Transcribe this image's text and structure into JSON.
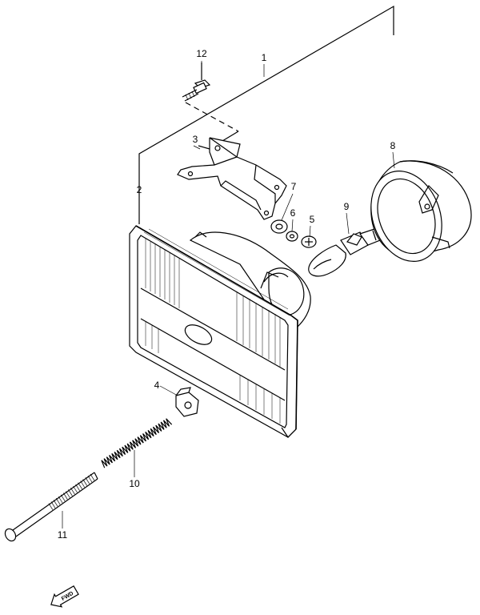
{
  "parts": [
    {
      "key": "p1",
      "label": "1"
    },
    {
      "key": "p2",
      "label": "2"
    },
    {
      "key": "p3",
      "label": "3"
    },
    {
      "key": "p4",
      "label": "4"
    },
    {
      "key": "p5",
      "label": "5"
    },
    {
      "key": "p6",
      "label": "6"
    },
    {
      "key": "p7",
      "label": "7"
    },
    {
      "key": "p8",
      "label": "8"
    },
    {
      "key": "p9",
      "label": "9"
    },
    {
      "key": "p10",
      "label": "10"
    },
    {
      "key": "p11",
      "label": "11"
    },
    {
      "key": "p12",
      "label": "12"
    }
  ],
  "direction_arrow": {
    "label": "FWD"
  }
}
